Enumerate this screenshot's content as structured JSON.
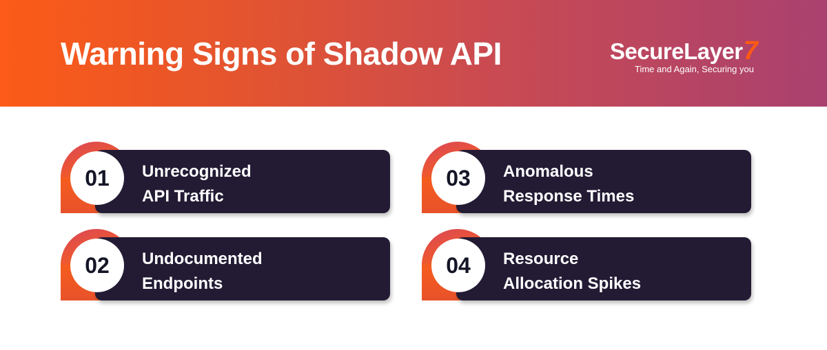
{
  "header": {
    "title": "Warning Signs of Shadow API",
    "gradient": [
      "#fc5b17",
      "#a9416f"
    ]
  },
  "logo": {
    "brand": "SecureLayer",
    "brand_suffix": "7",
    "tagline": "Time and Again, Securing you",
    "accent": "#ff5a14"
  },
  "cards": [
    {
      "number": "01",
      "line1": "Unrecognized",
      "line2": "API Traffic"
    },
    {
      "number": "02",
      "line1": "Undocumented",
      "line2": "Endpoints"
    },
    {
      "number": "03",
      "line1": "Anomalous",
      "line2": "Response Times"
    },
    {
      "number": "04",
      "line1": "Resource",
      "line2": "Allocation Spikes"
    }
  ],
  "colors": {
    "card_bg": "#231b34",
    "ring": "#fa6016"
  }
}
